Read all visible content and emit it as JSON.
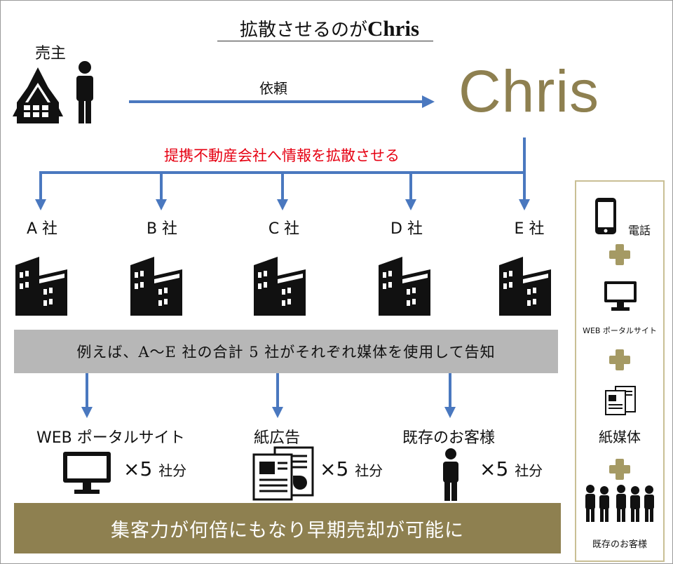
{
  "title": {
    "prefix": "拡散させるのが",
    "brand": "Chris"
  },
  "seller_label": "売主",
  "request_label": "依頼",
  "chris_logo": "Chris",
  "spread_text": "提携不動産会社へ情報を拡散させる",
  "companies": [
    "A 社",
    "B 社",
    "C 社",
    "D 社",
    "E 社"
  ],
  "example_text": "例えば、A〜E 社の合計 5 社がそれぞれ媒体を使用して告知",
  "media": [
    {
      "label": "WEB ポータルサイト",
      "mult": "×5",
      "unit": "社分"
    },
    {
      "label": "紙広告",
      "mult": "×5",
      "unit": "社分"
    },
    {
      "label": "既存のお客様",
      "mult": "×5",
      "unit": "社分"
    }
  ],
  "result_text": "集客力が何倍にもなり早期売却が可能に",
  "sidebar": {
    "phone_label": "電話",
    "web_label": "WEB ポータルサイト",
    "paper_label": "紙媒体",
    "customers_label": "既存のお客様"
  },
  "colors": {
    "arrow": "#4a78bf",
    "gold": "#8e8050",
    "red": "#e60012",
    "gray_bar": "#b7b7b7",
    "plus": "#a59a64"
  }
}
